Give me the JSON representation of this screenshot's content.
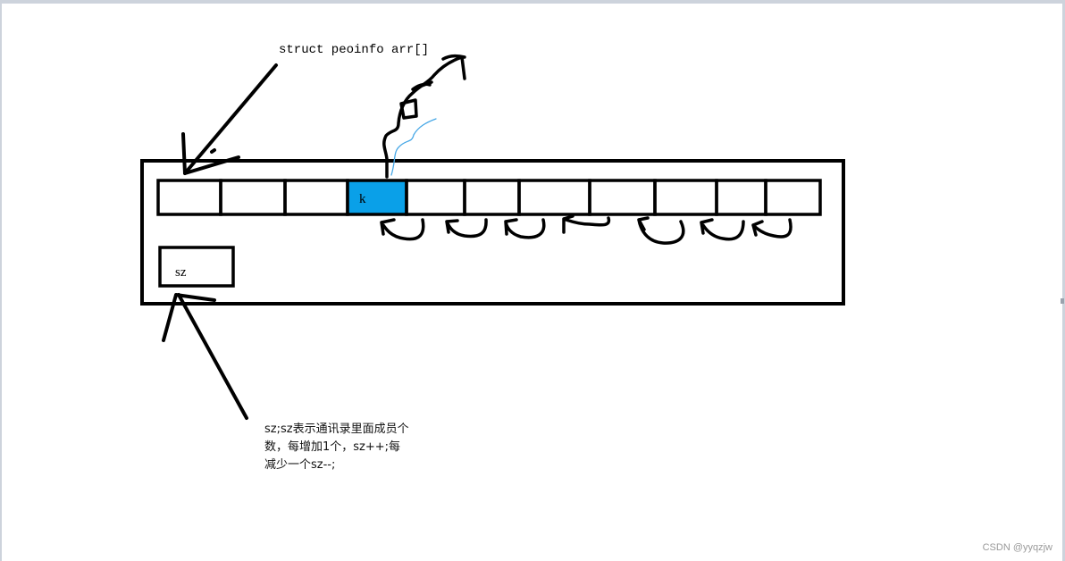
{
  "diagram": {
    "struct_label": "struct peoinfo arr[]",
    "highlighted_cell_label": "k",
    "sz_box_label": "sz",
    "note": "sz;sz表示通讯录里面成员个数，每增加1个，sz++;每减少一个sz--;",
    "array_cell_count": 11,
    "highlighted_cell_index": 3
  },
  "colors": {
    "highlight": "#0aa0e8",
    "ink": "#000000",
    "pen_blue": "#46a7e6"
  },
  "watermark": "CSDN @yyqzjw"
}
